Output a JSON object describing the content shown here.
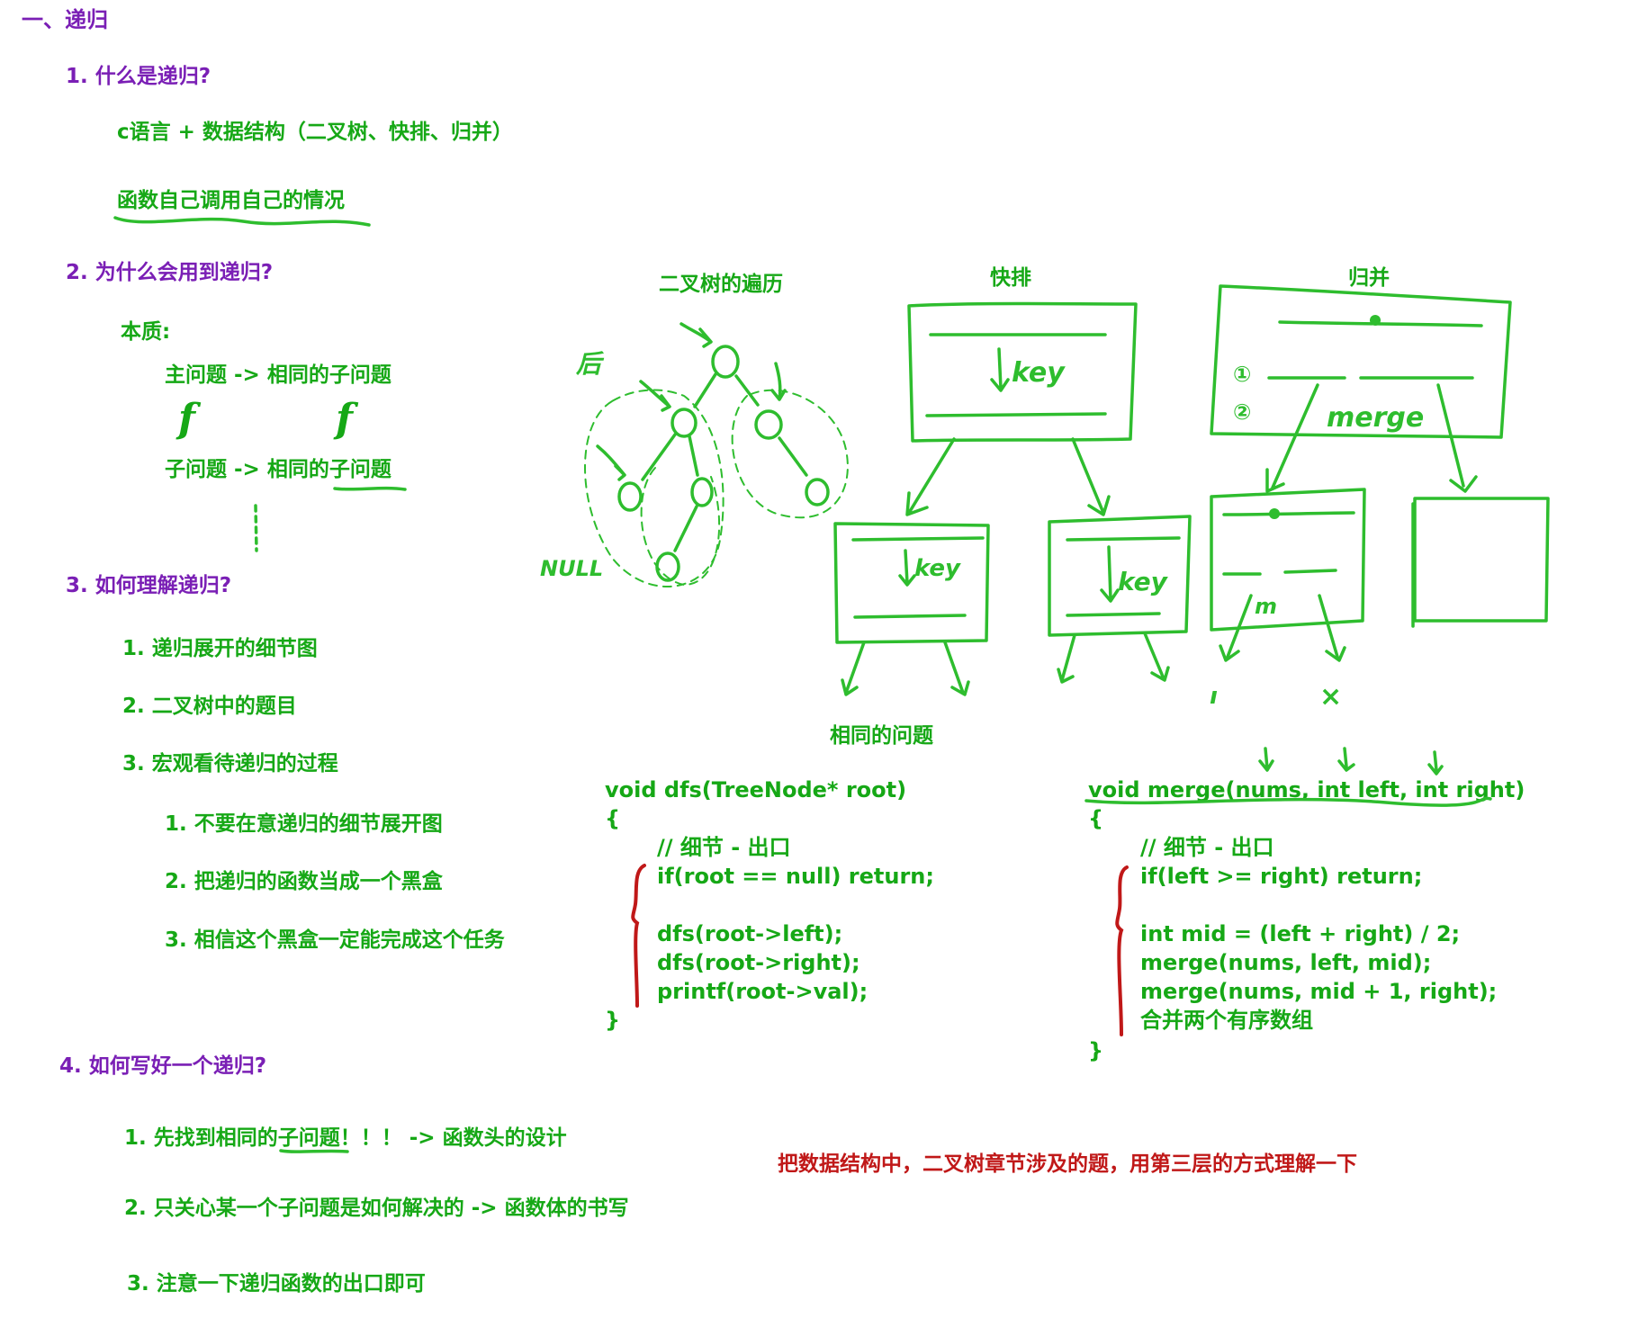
{
  "section_title": "一、递归",
  "q1": {
    "title": "1. 什么是递归?",
    "line1": "c语言 + 数据结构（二叉树、快排、归并）",
    "line2": "函数自己调用自己的情况"
  },
  "q2": {
    "title": "2. 为什么会用到递归?",
    "essence": "本质:",
    "line1": "主问题 -> 相同的子问题",
    "f1": "f",
    "f2": "f",
    "line2": "子问题 -> 相同的子问题"
  },
  "q3": {
    "title": "3. 如何理解递归?",
    "items": [
      "1. 递归展开的细节图",
      "2. 二叉树中的题目",
      "3. 宏观看待递归的过程"
    ],
    "sub_items": [
      "1. 不要在意递归的细节展开图",
      "2. 把递归的函数当成一个黑盒",
      "3. 相信这个黑盒一定能完成这个任务"
    ]
  },
  "q4": {
    "title": "4. 如何写好一个递归?",
    "items": [
      "1. 先找到相同的子问题！！！ -> 函数头的设计",
      "2. 只关心某一个子问题是如何解决的 -> 函数体的书写",
      "3. 注意一下递归函数的出口即可"
    ]
  },
  "diagram": {
    "tree_label": "二叉树的遍历",
    "quick_label": "快排",
    "merge_label": "归并",
    "hou": "后",
    "null": "NULL",
    "key": "key",
    "merge_word": "merge",
    "circle1": "①",
    "circle2": "②",
    "m": "m",
    "same_problem": "相同的问题",
    "mark_i": "ı",
    "mark_x": "×"
  },
  "code_dfs": {
    "sig": "void dfs(TreeNode* root)",
    "open": "{",
    "comment": "// 细节 - 出口",
    "l1": "if(root == null) return;",
    "l2": "dfs(root->left);",
    "l3": "dfs(root->right);",
    "l4": "printf(root->val);",
    "close": "}"
  },
  "code_merge": {
    "sig": "void merge(nums, int left, int right)",
    "open": "{",
    "comment": "// 细节 - 出口",
    "l1": "if(left >= right) return;",
    "l2": "int mid = (left + right) / 2;",
    "l3": "merge(nums, left, mid);",
    "l4": "merge(nums, mid + 1, right);",
    "l5": "合并两个有序数组",
    "close": "}"
  },
  "note": "把数据结构中，二叉树章节涉及的题，用第三层的方式理解一下",
  "colors": {
    "purple": "#7a1fb5",
    "green": "#16a816",
    "red": "#c01818",
    "ink": "#2ebd2e"
  }
}
